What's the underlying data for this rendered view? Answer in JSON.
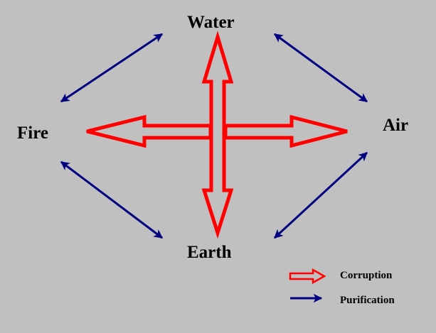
{
  "diagram": {
    "background": "#c0c0c0",
    "nodes": {
      "water": "Water",
      "fire": "Fire",
      "air": "Air",
      "earth": "Earth"
    },
    "colors": {
      "corruption": "#ff0000",
      "purification": "#000080"
    },
    "edges": {
      "corruption": [
        {
          "from": "Water",
          "to": "Earth",
          "style": "double-headed hollow arrow"
        },
        {
          "from": "Fire",
          "to": "Air",
          "style": "double-headed hollow arrow"
        }
      ],
      "purification": [
        {
          "from": "Fire",
          "to": "Water",
          "style": "double-headed arrow"
        },
        {
          "from": "Water",
          "to": "Air",
          "style": "double-headed arrow"
        },
        {
          "from": "Fire",
          "to": "Earth",
          "style": "double-headed arrow"
        },
        {
          "from": "Earth",
          "to": "Air",
          "style": "double-headed arrow"
        }
      ]
    },
    "legend": {
      "corruption": "Corruption",
      "purification": "Purification"
    }
  }
}
